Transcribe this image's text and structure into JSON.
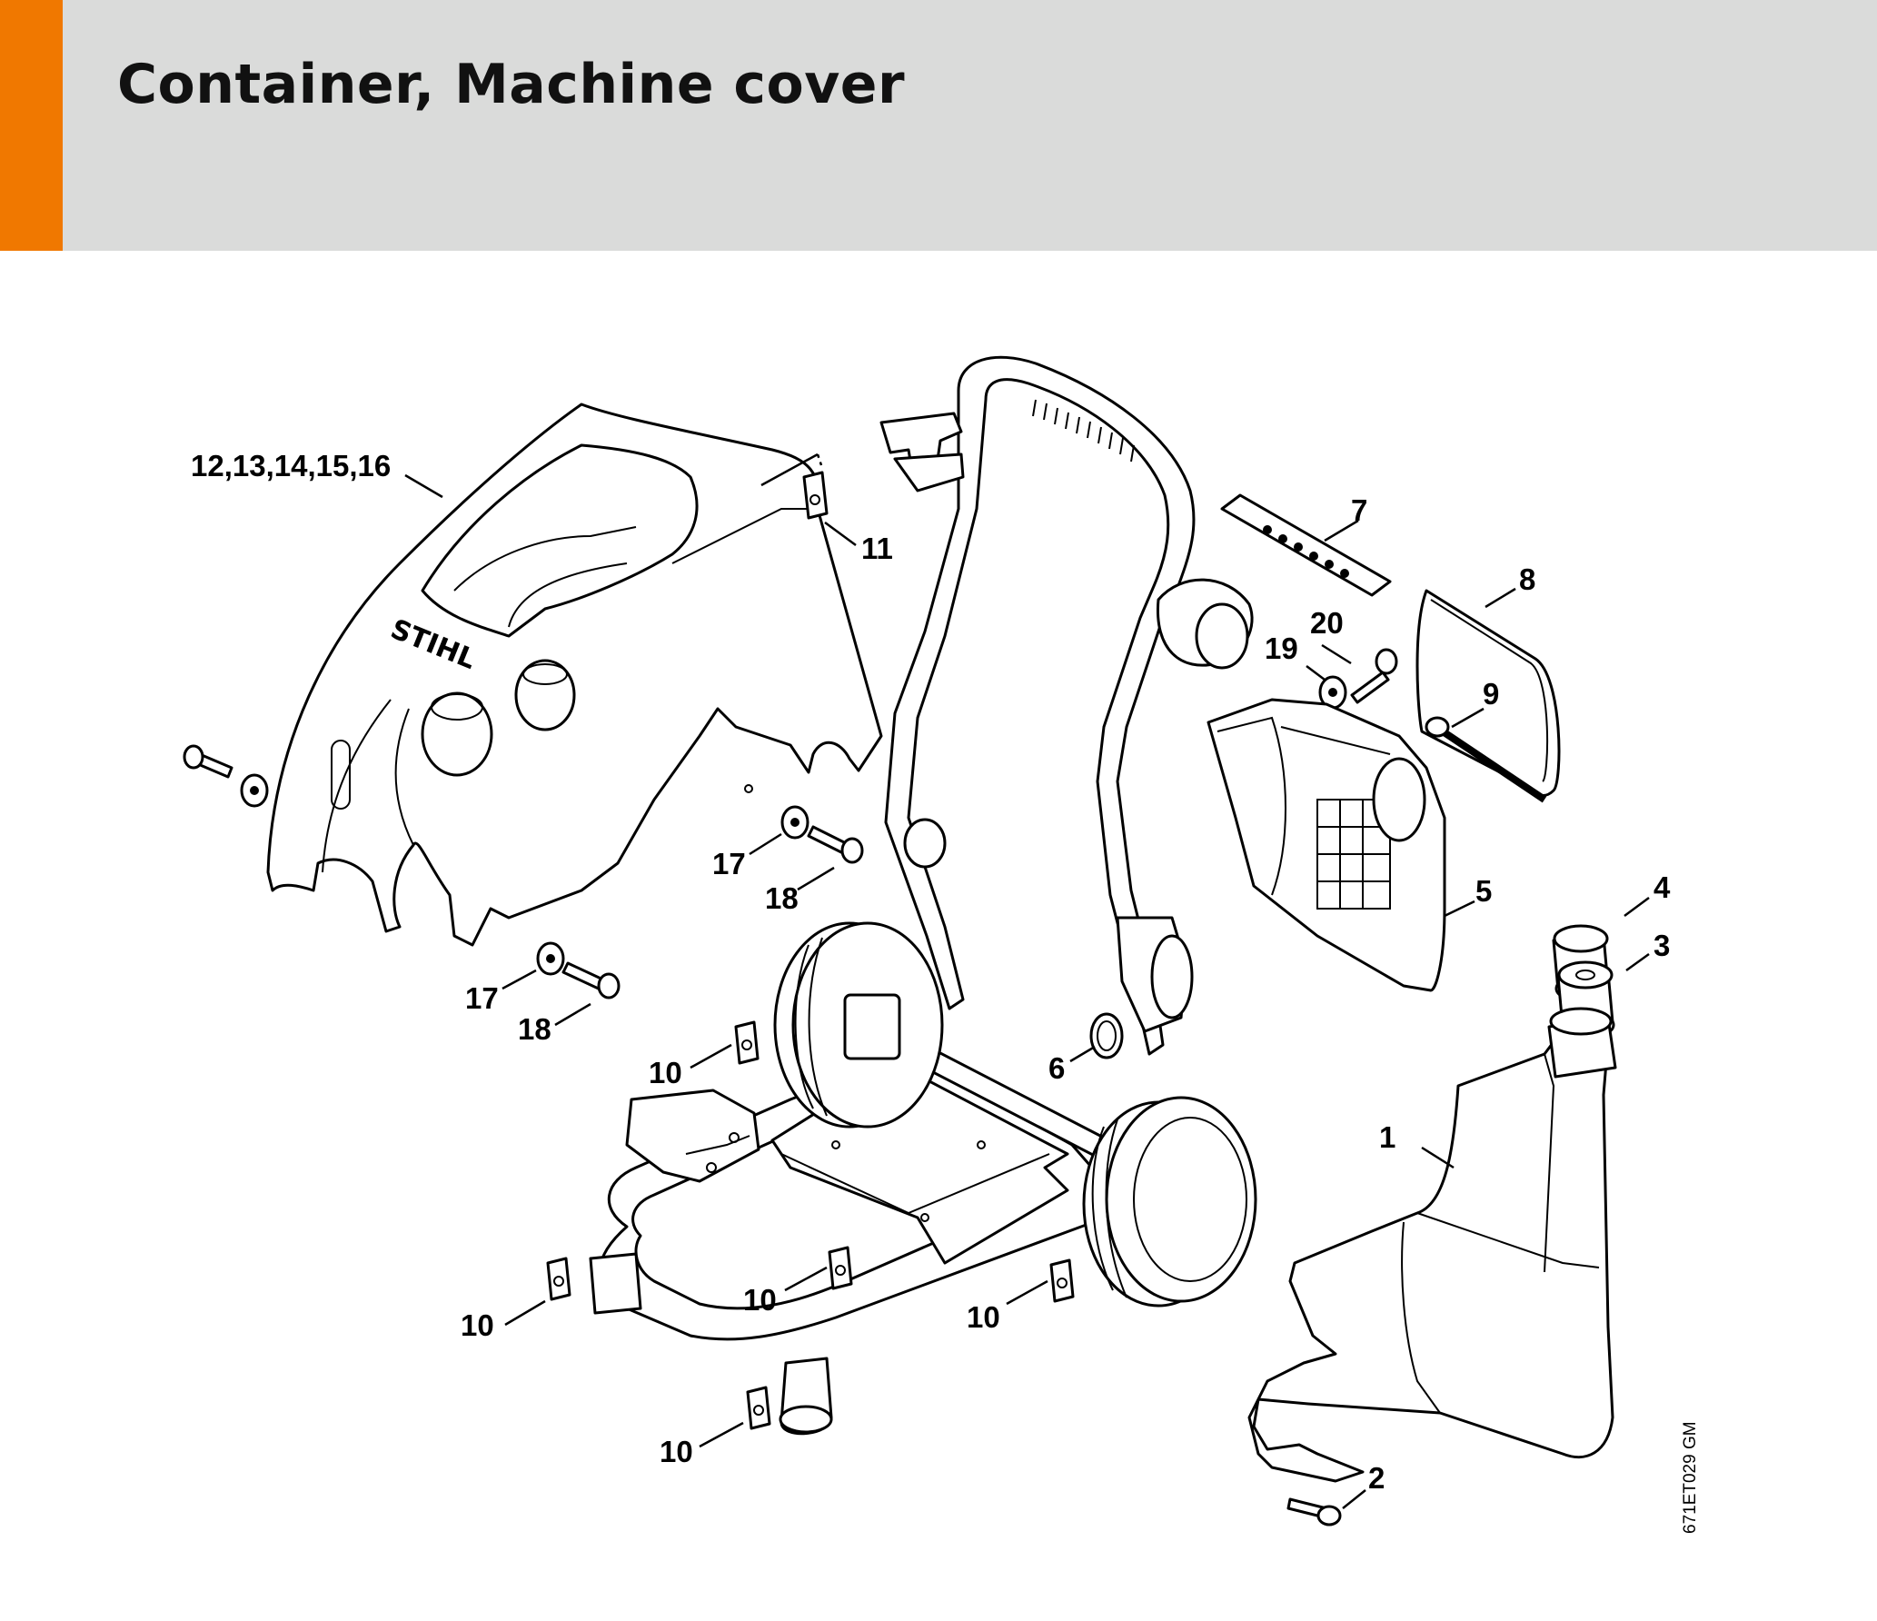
{
  "header": {
    "title": "Container, Machine cover",
    "accent_color": "#f07800",
    "background_color": "#dadbda"
  },
  "diagram": {
    "drawing_code": "671ET029 GM",
    "parts": [
      {
        "id": "cover",
        "name": "machine-cover",
        "callout": "12,13,14,15,16"
      },
      {
        "id": "p11",
        "name": "clip-11",
        "callout": "11"
      },
      {
        "id": "p7",
        "name": "label-strip",
        "callout": "7"
      },
      {
        "id": "p8",
        "name": "hose-loop",
        "callout": "8"
      },
      {
        "id": "p20",
        "name": "screw-20",
        "callout": "20"
      },
      {
        "id": "p19",
        "name": "washer-19",
        "callout": "19"
      },
      {
        "id": "p9",
        "name": "fitting-9",
        "callout": "9"
      },
      {
        "id": "p5",
        "name": "housing-5",
        "callout": "5"
      },
      {
        "id": "p4",
        "name": "cap-4",
        "callout": "4"
      },
      {
        "id": "p3",
        "name": "cap-3",
        "callout": "3"
      },
      {
        "id": "p17a",
        "name": "washer-17-upper",
        "callout": "17"
      },
      {
        "id": "p18a",
        "name": "screw-18-upper",
        "callout": "18"
      },
      {
        "id": "p17b",
        "name": "washer-17-lower",
        "callout": "17"
      },
      {
        "id": "p18b",
        "name": "screw-18-lower",
        "callout": "18"
      },
      {
        "id": "p6",
        "name": "retaining-ring-6",
        "callout": "6"
      },
      {
        "id": "p10a",
        "name": "clip-10-a",
        "callout": "10"
      },
      {
        "id": "p10b",
        "name": "clip-10-b",
        "callout": "10"
      },
      {
        "id": "p10c",
        "name": "clip-10-c",
        "callout": "10"
      },
      {
        "id": "p10d",
        "name": "clip-10-d",
        "callout": "10"
      },
      {
        "id": "p10e",
        "name": "clip-10-e",
        "callout": "10"
      },
      {
        "id": "p1",
        "name": "container-1",
        "callout": "1"
      },
      {
        "id": "p2",
        "name": "screw-2",
        "callout": "2"
      }
    ],
    "brand_mark": "STIHL"
  }
}
